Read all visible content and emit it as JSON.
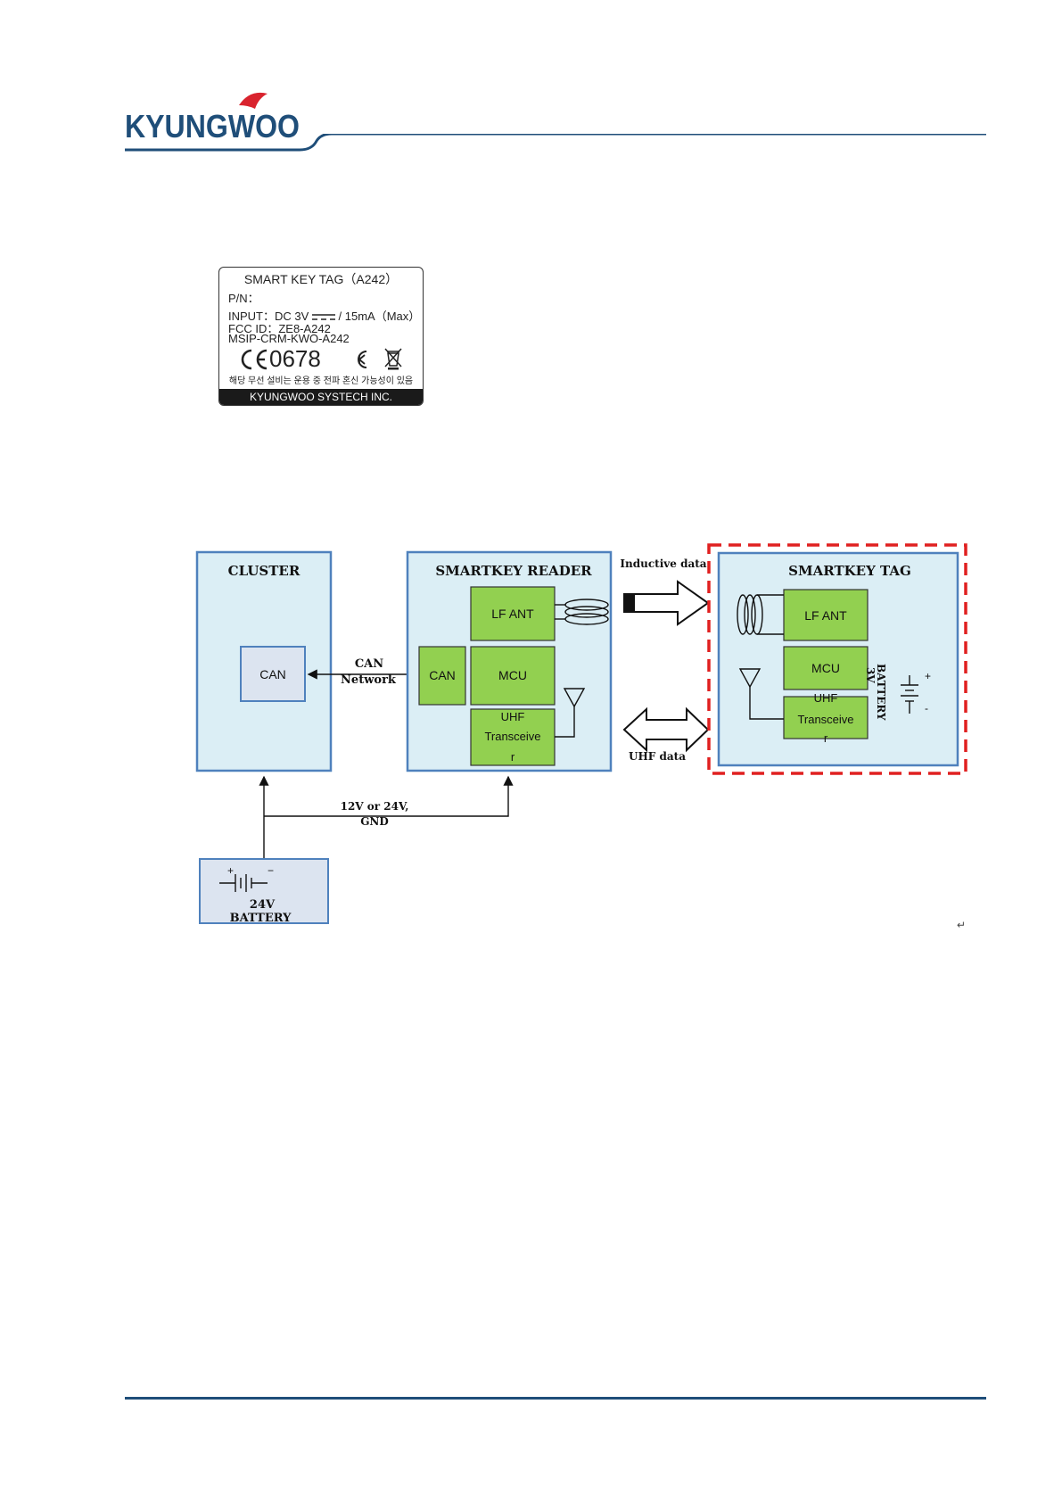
{
  "header": {
    "logo_text": "KYUNGWOO",
    "colors": {
      "brand_blue": "#1f4e79",
      "logo_red": "#d9232e"
    }
  },
  "label": {
    "title": "SMART KEY TAG（A242）",
    "pn": "P/N：",
    "input_prefix": "INPUT：DC 3V",
    "input_suffix": "/ 15mA（Max）",
    "fcc_id": "FCC ID：ZE8-A242",
    "msip": "MSIP-CRM-KWO-A242",
    "ce_number": "0678",
    "korean_notice": "해당 무선 설비는 운용 중 전파 혼신 가능성이 있음",
    "company": "KYUNGWOO SYSTECH INC."
  },
  "diagram": {
    "cluster": {
      "title": "CLUSTER",
      "can": "CAN"
    },
    "can_network": [
      "CAN",
      "Network"
    ],
    "reader": {
      "title": "SMARTKEY READER",
      "lf_ant": "LF ANT",
      "can": "CAN",
      "mcu": "MCU",
      "uhf": [
        "UHF",
        "Transceive",
        "r"
      ]
    },
    "inductive_data": "Inductive data",
    "uhf_data": "UHF data",
    "tag": {
      "title": "SMARTKEY TAG",
      "lf_ant": "LF ANT",
      "mcu": "MCU",
      "uhf": [
        "UHF",
        "Transceive",
        "r"
      ],
      "battery": [
        "3V",
        "BATTERY"
      ]
    },
    "power_label": [
      "12V or 24V,",
      "GND"
    ],
    "battery": [
      "24V",
      "BATTERY"
    ],
    "colors": {
      "box_fill": "#dbeef5",
      "box_stroke": "#4f81bd",
      "green": "#92d050",
      "tag_dash": "#e02020"
    }
  },
  "return_mark": "↵"
}
